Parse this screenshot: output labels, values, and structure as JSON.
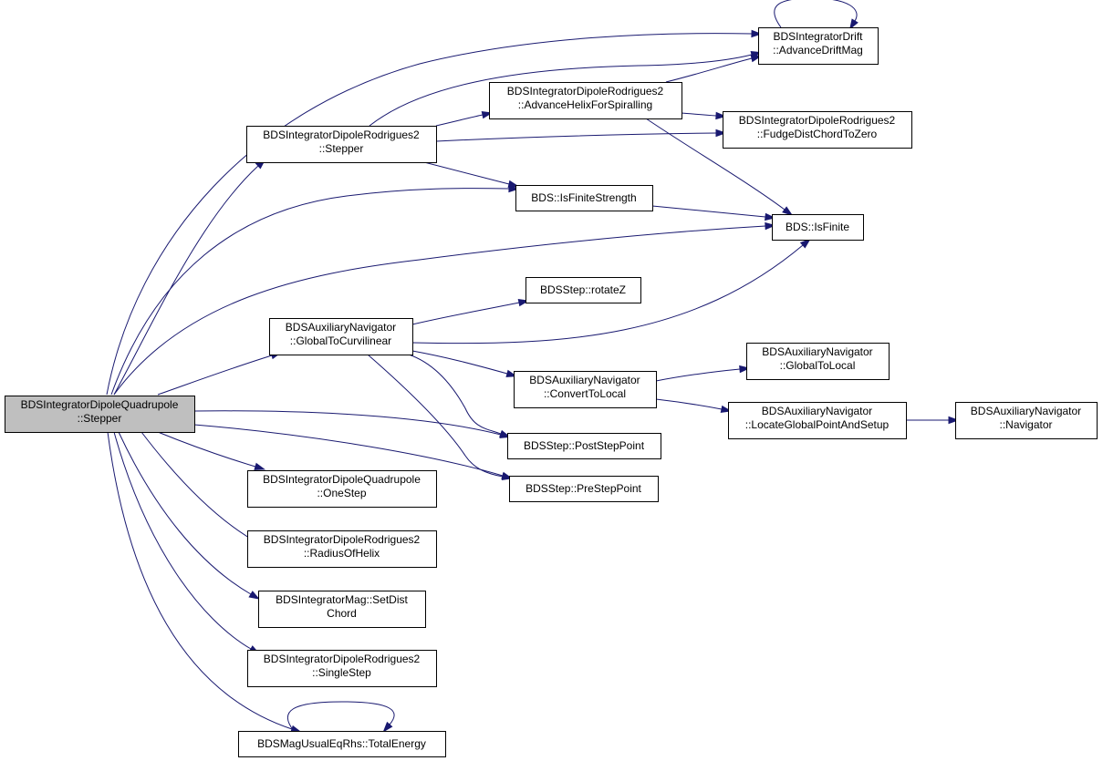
{
  "colors": {
    "edge": "#191970",
    "node_fill": "#ffffff",
    "root_fill": "#bfbfbf",
    "node_border": "#000000"
  },
  "nodes": {
    "root": [
      "BDSIntegratorDipoleQuadrupole",
      "::Stepper"
    ],
    "drift": [
      "BDSIntegratorDrift",
      "::AdvanceDriftMag"
    ],
    "helix": [
      "BDSIntegratorDipoleRodrigues2",
      "::AdvanceHelixForSpiralling"
    ],
    "fudge": [
      "BDSIntegratorDipoleRodrigues2",
      "::FudgeDistChordToZero"
    ],
    "rodstep": [
      "BDSIntegratorDipoleRodrigues2",
      "::Stepper"
    ],
    "finstr": [
      "BDS::IsFiniteStrength"
    ],
    "isfinite": [
      "BDS::IsFinite"
    ],
    "rotz": [
      "BDSStep::rotateZ"
    ],
    "g2c": [
      "BDSAuxiliaryNavigator",
      "::GlobalToCurvilinear"
    ],
    "g2l": [
      "BDSAuxiliaryNavigator",
      "::GlobalToLocal"
    ],
    "c2l": [
      "BDSAuxiliaryNavigator",
      "::ConvertToLocal"
    ],
    "locate": [
      "BDSAuxiliaryNavigator",
      "::LocateGlobalPointAndSetup"
    ],
    "nav": [
      "BDSAuxiliaryNavigator",
      "::Navigator"
    ],
    "post": [
      "BDSStep::PostStepPoint"
    ],
    "pre": [
      "BDSStep::PreStepPoint"
    ],
    "onestep": [
      "BDSIntegratorDipoleQuadrupole",
      "::OneStep"
    ],
    "radius": [
      "BDSIntegratorDipoleRodrigues2",
      "::RadiusOfHelix"
    ],
    "setdist": [
      "BDSIntegratorMag::SetDist",
      "Chord"
    ],
    "single": [
      "BDSIntegratorDipoleRodrigues2",
      "::SingleStep"
    ],
    "energy": [
      "BDSMagUsualEqRhs::TotalEnergy"
    ]
  }
}
